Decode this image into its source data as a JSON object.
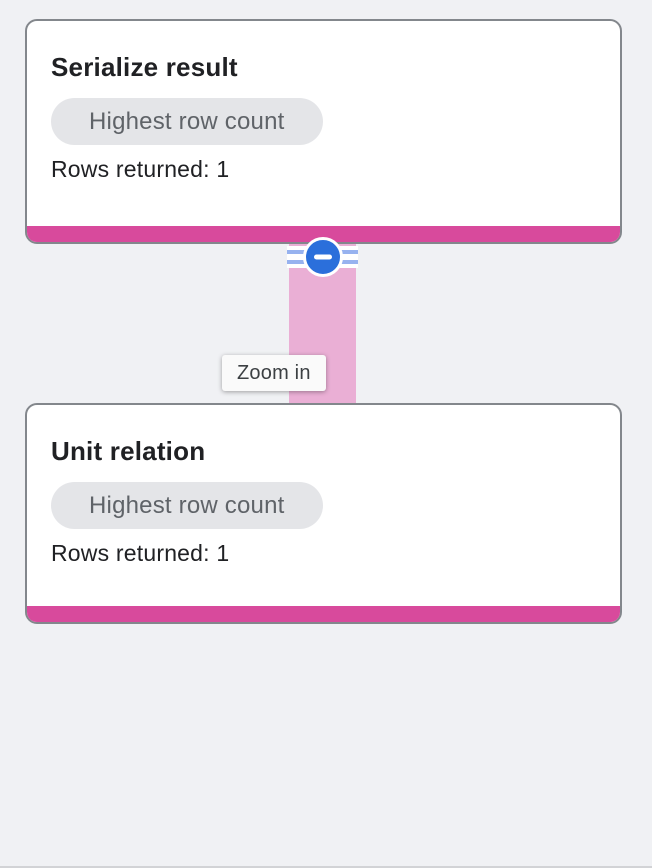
{
  "nodes": [
    {
      "title": "Serialize result",
      "badge": "Highest row count",
      "rows": "Rows returned: 1"
    },
    {
      "title": "Unit relation",
      "badge": "Highest row count",
      "rows": "Rows returned: 1"
    }
  ],
  "edge": {
    "tooltip": "Zoom in",
    "collapse_icon": "minus-in-circle"
  },
  "colors": {
    "background": "#f0f1f4",
    "node_status_bar": "#d84a9c",
    "edge_connector": "#eaafd5",
    "edge_stripes": "#97b2ef",
    "collapse_button": "#2b6fdb",
    "card_border": "#83878c",
    "badge_background": "#e4e5e8",
    "badge_text": "#5f6368",
    "title_text": "#202124",
    "tooltip_text": "#3c4043"
  }
}
